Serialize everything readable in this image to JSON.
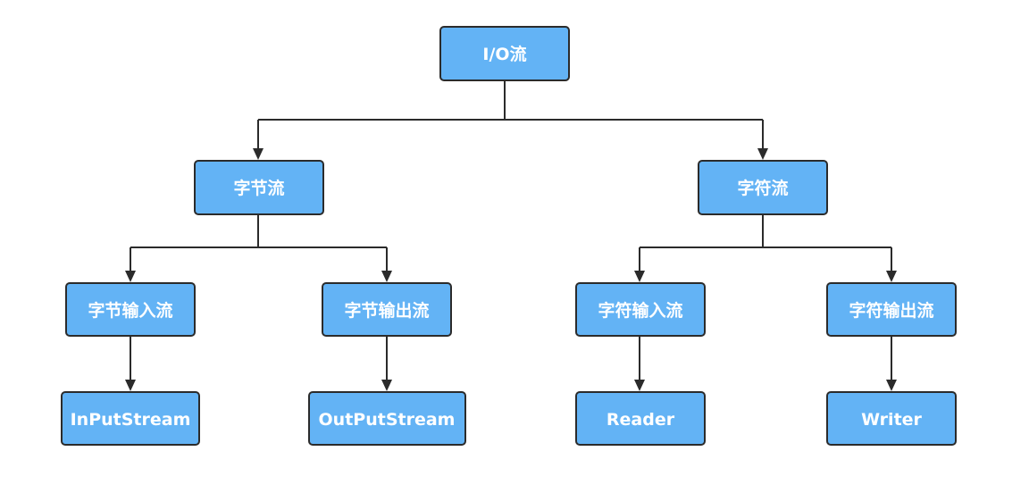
{
  "diagram": {
    "nodes": {
      "root": "I/O流",
      "byte_stream": "字节流",
      "char_stream": "字符流",
      "byte_input": "字节输入流",
      "byte_output": "字节输出流",
      "char_input": "字符输入流",
      "char_output": "字符输出流",
      "input_stream": "InPutStream",
      "output_stream": "OutPutStream",
      "reader": "Reader",
      "writer": "Writer"
    },
    "edges": [
      [
        "root",
        "byte_stream"
      ],
      [
        "root",
        "char_stream"
      ],
      [
        "byte_stream",
        "byte_input"
      ],
      [
        "byte_stream",
        "byte_output"
      ],
      [
        "char_stream",
        "char_input"
      ],
      [
        "char_stream",
        "char_output"
      ],
      [
        "byte_input",
        "input_stream"
      ],
      [
        "byte_output",
        "output_stream"
      ],
      [
        "char_input",
        "reader"
      ],
      [
        "char_output",
        "writer"
      ]
    ],
    "colors": {
      "node_fill": "#63b3f5",
      "node_border": "#2b2b2b",
      "node_text": "#ffffff",
      "connector": "#2b2b2b"
    }
  }
}
